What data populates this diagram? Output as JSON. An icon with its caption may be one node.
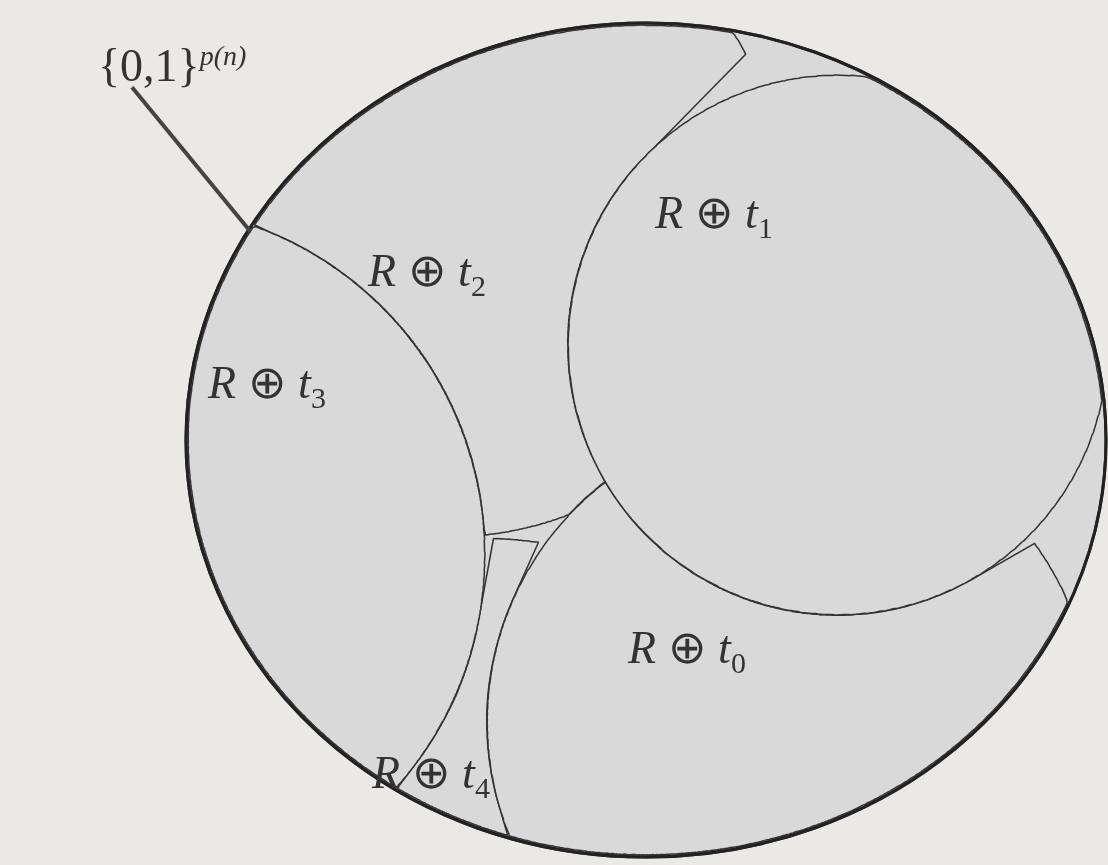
{
  "diagram": {
    "nodes": [
      {
        "text": [
          "{0,1}$^{p(n)}$"
        ]
      },
      {
        "text": [],
        "shape": "circle"
      },
      {
        "text": [
          "*R* ⊕ *t*$_{1}$"
        ],
        "in": 1
      },
      {
        "text": [
          "*R* ⊕ *t*$_{2}$"
        ],
        "in": 1
      },
      {
        "text": [
          "*R* ⊕ *t*$_{3}$"
        ],
        "in": 1
      },
      {
        "text": [
          "*R* ⊕ *t*$_{0}$"
        ],
        "in": 1
      },
      {
        "text": [
          "*R* ⊕ *t*$_{4}$"
        ],
        "in": 1
      }
    ],
    "edges": [
      {
        "from": 0,
        "to": 1,
        "arrow": "none"
      }
    ]
  }
}
